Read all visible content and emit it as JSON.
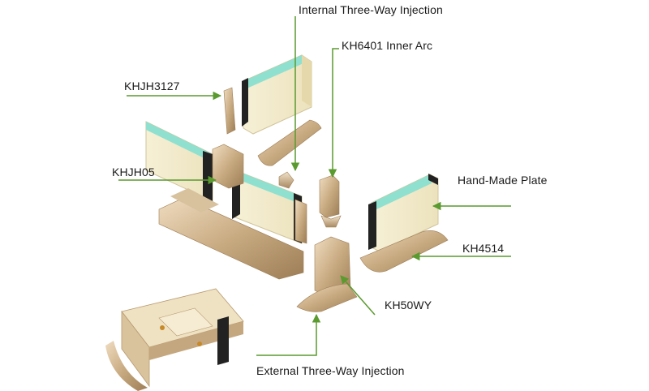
{
  "labels": {
    "internal_three_way": "Internal Three-Way Injection",
    "inner_arc": "KH6401 Inner Arc",
    "khjh3127": "KHJH3127",
    "khjh05": "KHJH05",
    "hand_made_plate": "Hand-Made Plate",
    "kh4514": "KH4514",
    "kh50wy": "KH50WY",
    "external_three_way": "External Three-Way Injection"
  },
  "colors": {
    "leader_line": "#5a9a2e",
    "panel_face": "#f3eccd",
    "panel_edge": "#d9cfa6",
    "glass": "#8fe0cf",
    "profile": "#c9ab82",
    "profile_dark": "#9c7d55",
    "seal": "#222222"
  }
}
